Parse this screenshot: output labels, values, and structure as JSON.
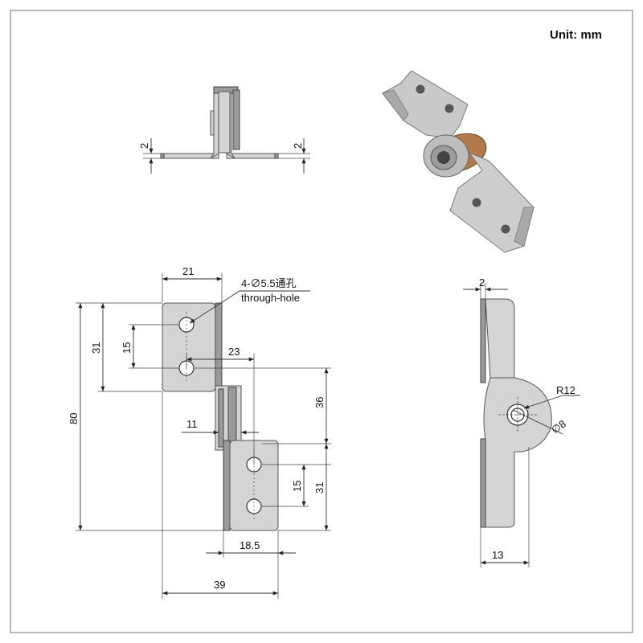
{
  "unit_label": "Unit: mm",
  "colors": {
    "frame": "#888888",
    "part_fill": "#d4d4d4",
    "part_dark": "#9a9a9a",
    "line": "#333333"
  },
  "top_view": {
    "thickness_left": "2",
    "thickness_right": "2"
  },
  "front_view": {
    "width_top_leaf": "21",
    "hole_callout": "4-∅5.5通孔",
    "hole_callout_en": "through-hole",
    "leaf_height_top": "31",
    "hole_spacing_top": "15",
    "offset_23": "23",
    "overall_height": "80",
    "center_36": "36",
    "offset_11": "11",
    "hole_spacing_bottom": "15",
    "leaf_height_bottom": "31",
    "width_bottom_leaf": "18.5",
    "overall_width": "39"
  },
  "side_view": {
    "thickness": "2",
    "radius": "R12",
    "bore": "∅8",
    "width_13": "13"
  }
}
